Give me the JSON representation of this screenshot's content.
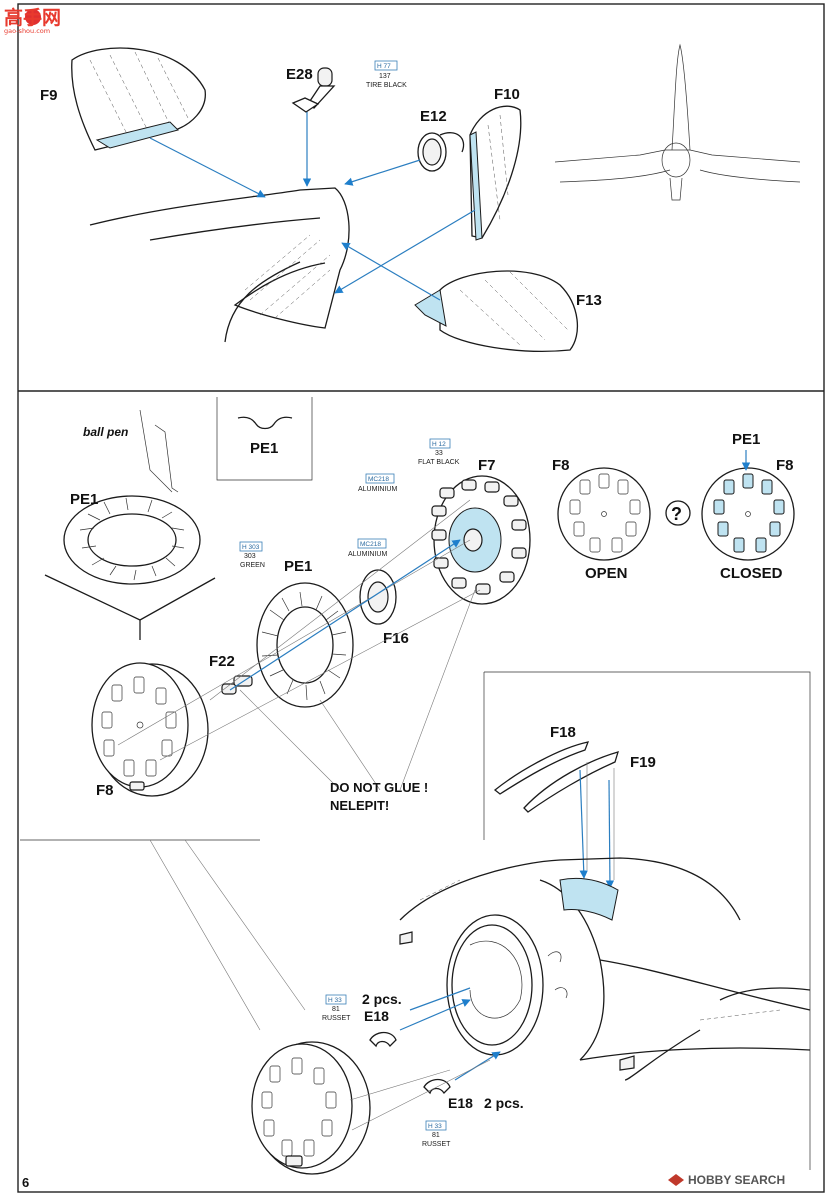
{
  "watermark_top": {
    "text": "高手网",
    "url_text": "gao-shou.com"
  },
  "watermark_bottom": "HOBBY SEARCH",
  "page_number": "6",
  "step1": {
    "parts": {
      "f9": "F9",
      "e28": "E28",
      "e12": "E12",
      "f10": "F10",
      "f13": "F13"
    },
    "paint_tire": {
      "code_top": "H 77",
      "code_num": "137",
      "name": "TIRE BLACK"
    }
  },
  "step2": {
    "ball_pen": "ball pen",
    "pe1_detail": "PE1",
    "pe1_left": "PE1",
    "pe1_mid": "PE1",
    "pe1_closed": "PE1",
    "f7": "F7",
    "f8_open": "F8",
    "f8_closed": "F8",
    "f8_bottom": "F8",
    "f16": "F16",
    "f22": "F22",
    "open": "OPEN",
    "closed": "CLOSED",
    "question": "?",
    "do_not_glue": "DO NOT GLUE !",
    "nelepit": "NELEPIT!",
    "paint_flat_black": {
      "code_top": "H 12",
      "code_num": "33",
      "name": "FLAT BLACK"
    },
    "paint_alu_1": {
      "code_top": "MC218",
      "name": "ALUMINIUM"
    },
    "paint_alu_2": {
      "code_top": "MC218",
      "name": "ALUMINIUM"
    },
    "paint_green": {
      "code_top": "H 303",
      "code_num": "303",
      "name": "GREEN"
    }
  },
  "step3": {
    "f18": "F18",
    "f19": "F19",
    "e18_top": "E18",
    "e18_bottom": "E18",
    "pcs_top": "2 pcs.",
    "pcs_bottom": "2 pcs.",
    "paint_russet_1": {
      "code_top": "H 33",
      "code_num": "81",
      "name": "RUSSET"
    },
    "paint_russet_2": {
      "code_top": "H 33",
      "code_num": "81",
      "name": "RUSSET"
    }
  }
}
